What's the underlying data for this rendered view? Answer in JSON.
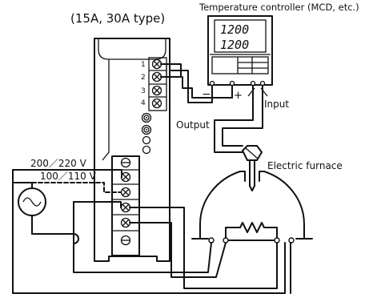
{
  "header": {
    "title": "(15A, 30A type)"
  },
  "controller": {
    "label": "Temperature controller (MCD, etc.)",
    "display_top": "1200",
    "display_bottom": "1200",
    "minus_sign": "−",
    "plus_sign": "+"
  },
  "unit": {
    "terminal_numbers": [
      "1",
      "2",
      "3",
      "4"
    ]
  },
  "power": {
    "voltage_main": "200／220 V",
    "voltage_tap": "100／110 V"
  },
  "labels": {
    "output": "Output",
    "input": "Input",
    "furnace": "Electric furnace"
  },
  "icons": {
    "terminal": "terminal-screw-icon",
    "ac_source": "ac-source-icon",
    "heater": "resistor-heater-icon",
    "thermocouple": "thermocouple-probe-icon"
  }
}
